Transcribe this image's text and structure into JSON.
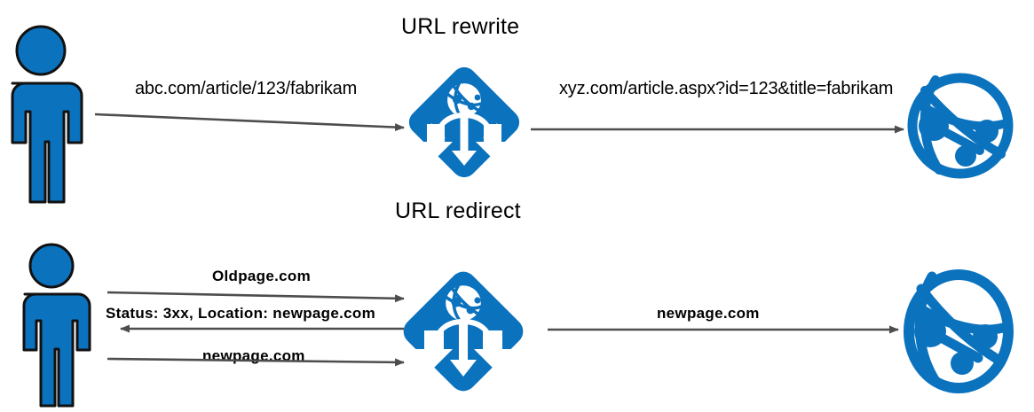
{
  "diagram": {
    "title_top": "URL rewrite",
    "title_bottom": "URL redirect",
    "colors": {
      "icon_blue": "#0B72BE",
      "arrow_gray": "#4D4D4D",
      "outline_black": "#111111",
      "background": "#FFFFFF"
    },
    "top_flow": {
      "client_icon": "person-icon",
      "server_icon": "url-rewrite-module-icon",
      "web_icon": "globe-network-icon",
      "request_label": "abc.com/article/123/fabrikam",
      "rewritten_label": "xyz.com/article.aspx?id=123&title=fabrikam"
    },
    "bottom_flow": {
      "client_icon": "person-icon",
      "server_icon": "url-rewrite-module-icon",
      "web_icon": "globe-network-icon",
      "request_label": "Oldpage.com",
      "response_label": "Status: 3xx, Location: newpage.com",
      "second_request_label": "newpage.com",
      "forward_label": "newpage.com"
    }
  }
}
